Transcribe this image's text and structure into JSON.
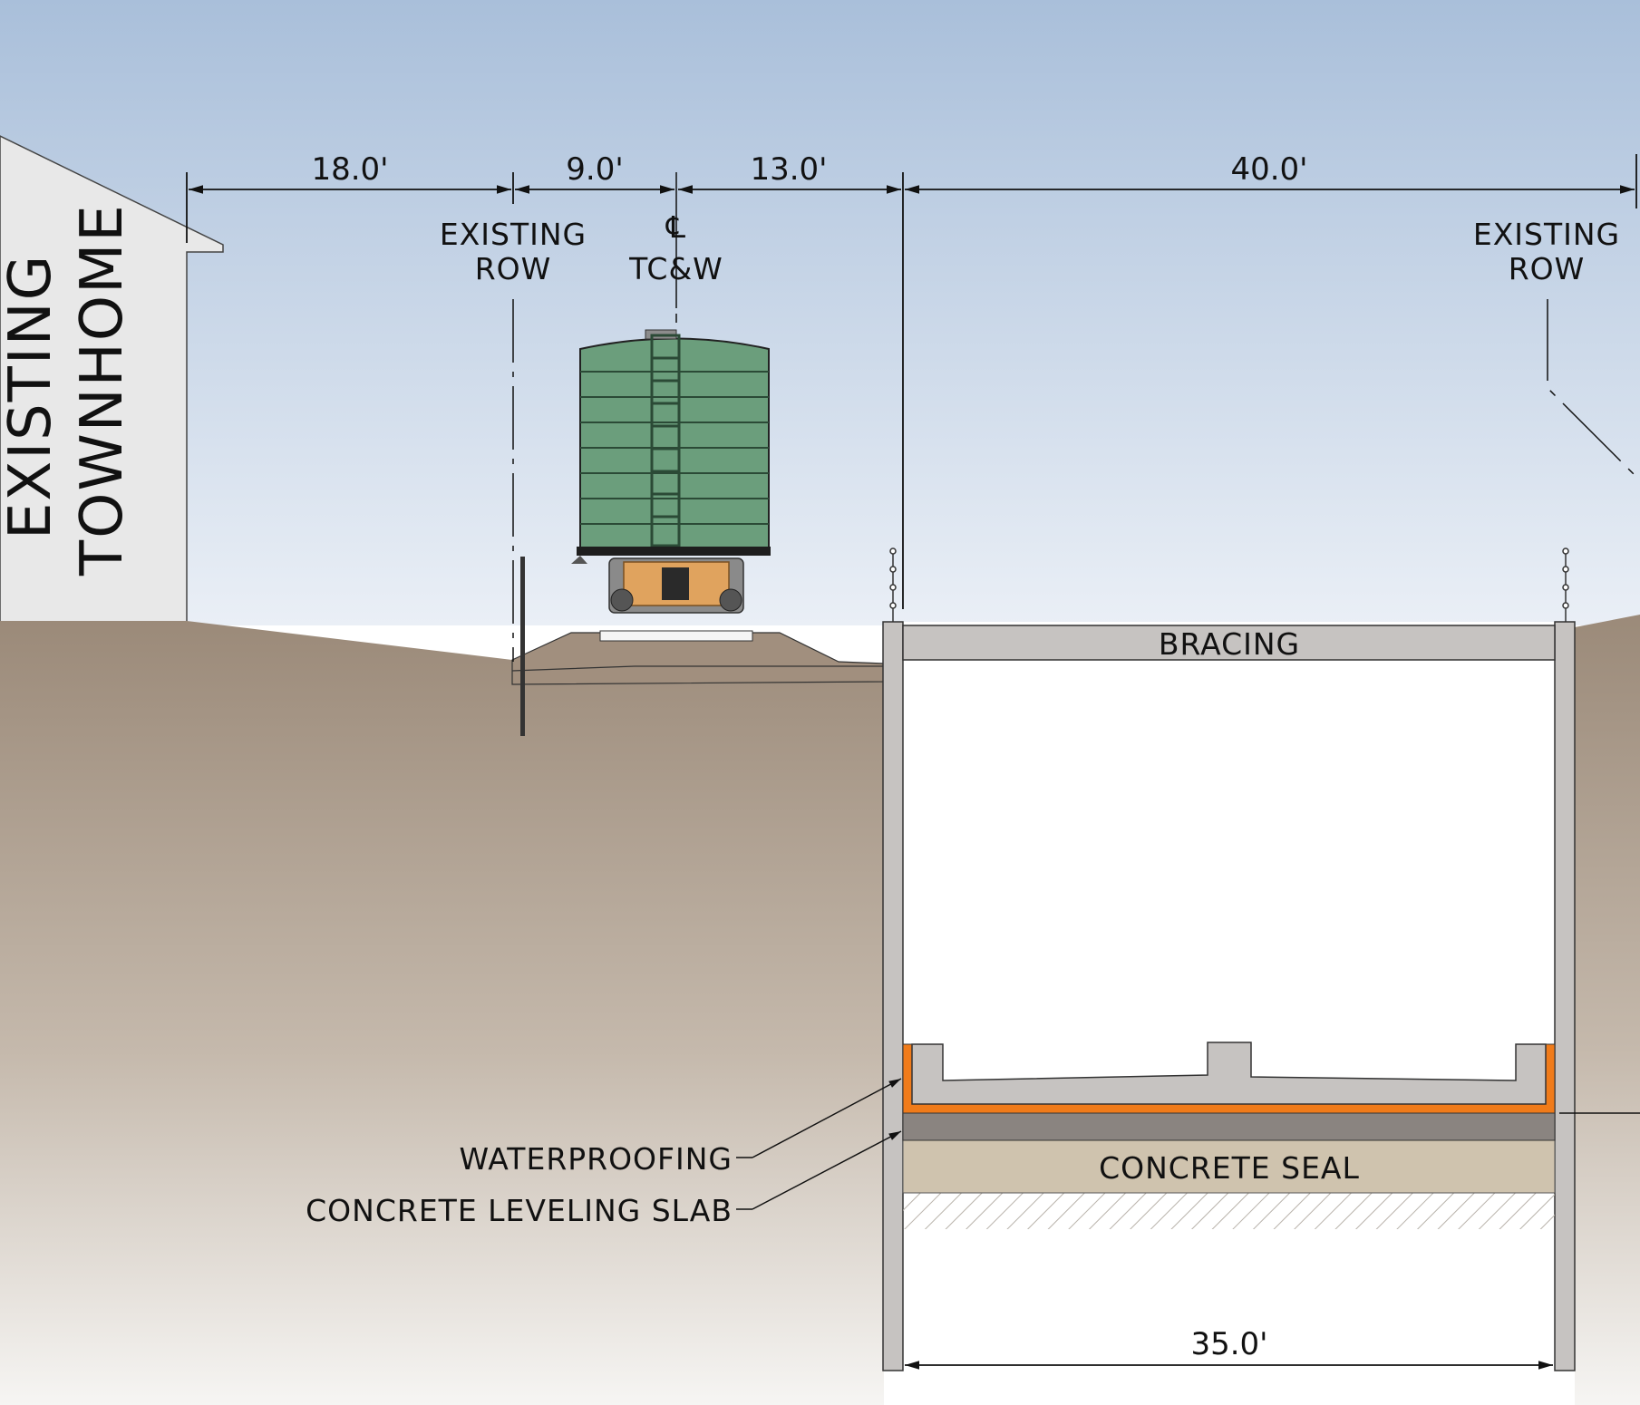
{
  "labels": {
    "townhome_line1": "EXISTING",
    "townhome_line2": "TOWNHOME",
    "row_left_line1": "EXISTING",
    "row_left_line2": "ROW",
    "row_right_line1": "EXISTING",
    "row_right_line2": "ROW",
    "centerline_symbol": "CL",
    "centerline_name": "TC&W",
    "bracing": "BRACING",
    "concrete_seal": "CONCRETE SEAL",
    "waterproofing": "WATERPROOFING",
    "leveling_slab": "CONCRETE LEVELING SLAB"
  },
  "dimensions": {
    "d1": "18.0'",
    "d2": "9.0'",
    "d3": "13.0'",
    "d4": "40.0'",
    "bottom": "35.0'"
  },
  "colors": {
    "sky_top": "#a9bfda",
    "sky_bottom": "#e9eef6",
    "ground_top": "#9a8978",
    "ground_bottom": "#f5f4f2",
    "railcar": "#6b9e7c",
    "waterproofing": "#f07b1a",
    "concrete_seal": "#cfc3ae",
    "wall": "#c6c3c1"
  }
}
